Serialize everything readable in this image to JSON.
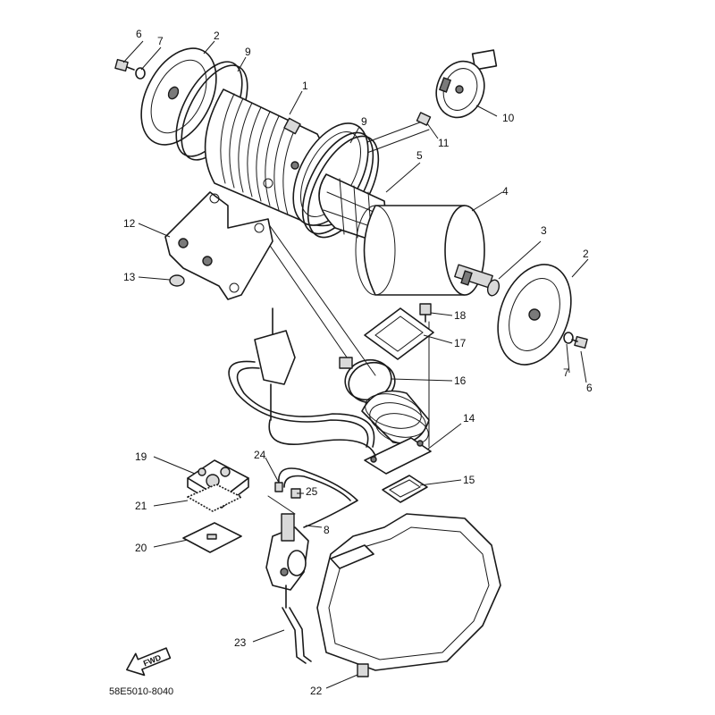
{
  "callouts": {
    "c1": "1",
    "c2a": "2",
    "c2b": "2",
    "c3": "3",
    "c4": "4",
    "c5": "5",
    "c6a": "6",
    "c6b": "6",
    "c7a": "7",
    "c7b": "7",
    "c8": "8",
    "c9a": "9",
    "c9b": "9",
    "c10": "10",
    "c11": "11",
    "c12": "12",
    "c13": "13",
    "c14": "14",
    "c15": "15",
    "c16": "16",
    "c17": "17",
    "c18": "18",
    "c19": "19",
    "c20": "20",
    "c21": "21",
    "c22": "22",
    "c23": "23",
    "c24": "24",
    "c25": "25"
  },
  "fwd_label": "FWD",
  "diagram_code": "58E5010-8040"
}
